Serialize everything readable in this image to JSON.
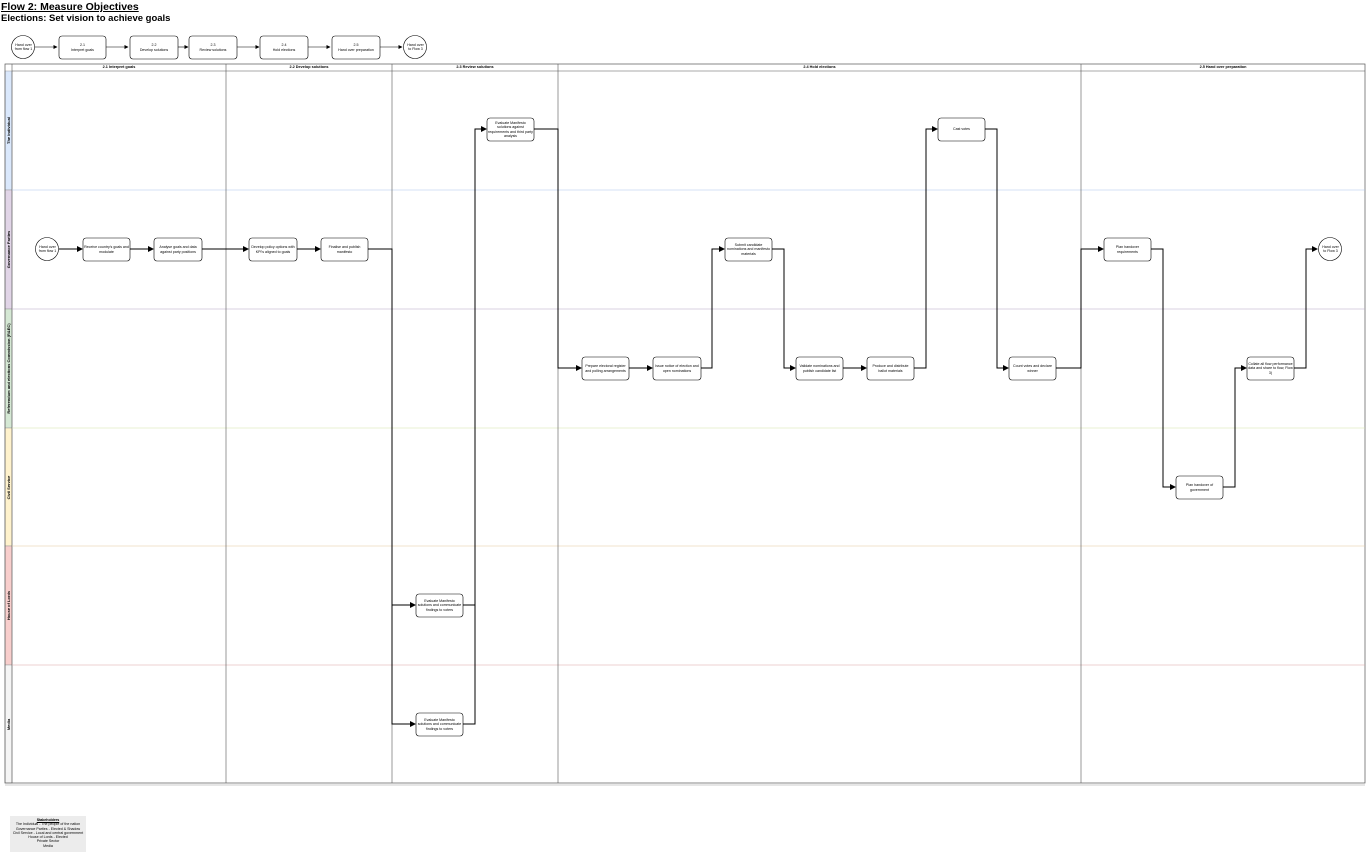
{
  "header": {
    "title": "Flow 2: Measure Objectives",
    "subtitle": "Elections: Set vision to achieve goals"
  },
  "overview": {
    "start": "Hand over from flow 1",
    "steps": [
      {
        "num": "2.1",
        "label": "Interpret goals"
      },
      {
        "num": "2.2",
        "label": "Develop solutions"
      },
      {
        "num": "2.3",
        "label": "Review solutions"
      },
      {
        "num": "2.4",
        "label": "Hold elections"
      },
      {
        "num": "2.5",
        "label": "Hand over preparation"
      }
    ],
    "end": "Hand over to Flow 3"
  },
  "columns": [
    "2.1 Interpret goals",
    "2.2 Develop solutions",
    "2.3 Review solutions",
    "2.4 Hold elections",
    "2.5 Hand over preparation"
  ],
  "lanes": [
    {
      "label": "The Individual",
      "color": "#dae8fc"
    },
    {
      "label": "Governance Parties",
      "color": "#e1d5e7"
    },
    {
      "label": "Referendum and elections Commission (R&EC)",
      "color": "#d5e8d4"
    },
    {
      "label": "Civil Service",
      "color": "#fff2cc"
    },
    {
      "label": "House of Lords",
      "color": "#f8cecc"
    },
    {
      "label": "Media",
      "color": "#f5f5f5"
    }
  ],
  "nodes": {
    "start": "Hand over from flow 1",
    "receive": "Receive country's goals and modulate",
    "analyse": "Analyse goals and data against party positions",
    "develop": "Develop policy options with KPI's aligned to goals",
    "finalise": "Finalise and publish manifesto",
    "eval_lords": "Evaluate Manifesto solutions and communicate findings to voters",
    "eval_media": "Evaluate Manifesto solutions and communicate findings to voters",
    "eval_individual": "Evaluate Manifesto solutions against requirements and third party analysis",
    "prepare_register": "Prepare electoral register and polling arrangements",
    "issue_notice": "Issue notice of election and open nominations",
    "submit_nominations": "Submit candidate nominations and manifesto materials",
    "validate": "Validate nominations and publish candidate list",
    "produce_ballot": "Produce and distribute ballot materials",
    "cast_votes": "Cast votes",
    "count_votes": "Count votes and declare winner",
    "plan_handover_req": "Plan handover requirements",
    "plan_handover_gov": "Plan handover of government",
    "collate": "Collate all flow performance data and share to flow, Flow 3)",
    "end": "Hand over to Flow 3"
  },
  "stakeholders": {
    "heading": "Stakeholders",
    "lines": [
      "The Individual - The people of the nation",
      "Governance Parties - Elected & Shadow",
      "Civil Service - Local and central government",
      "House of Lords - Elected",
      "Private Sector",
      "Media"
    ]
  }
}
